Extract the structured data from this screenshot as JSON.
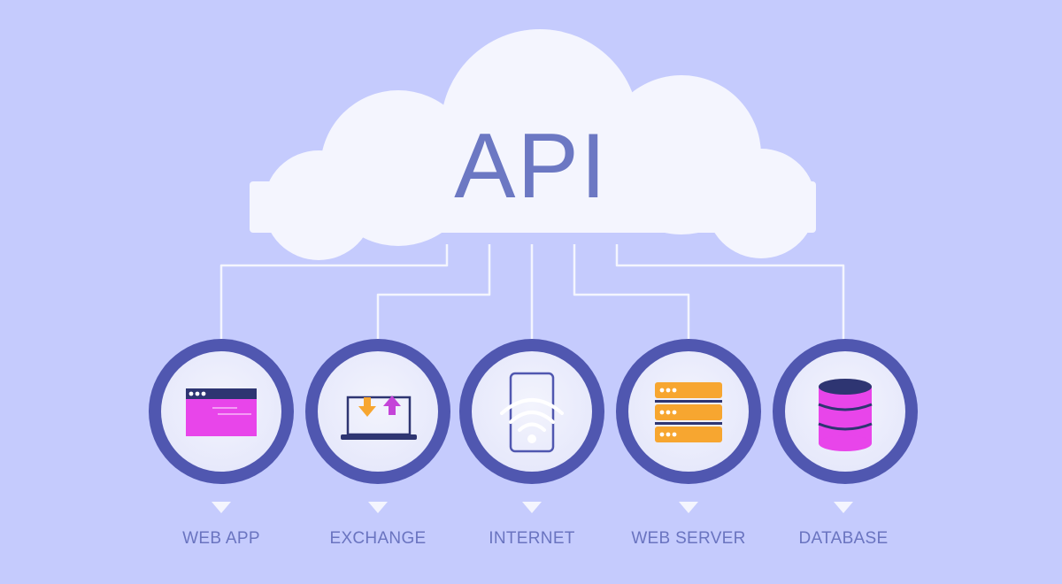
{
  "diagram": {
    "center_label": "API",
    "nodes": [
      {
        "id": "web-app",
        "label": "WEB APP",
        "icon": "browser-window-icon"
      },
      {
        "id": "exchange",
        "label": "EXCHANGE",
        "icon": "laptop-exchange-icon"
      },
      {
        "id": "internet",
        "label": "INTERNET",
        "icon": "wifi-device-icon"
      },
      {
        "id": "web-server",
        "label": "WEB SERVER",
        "icon": "server-stack-icon"
      },
      {
        "id": "database",
        "label": "DATABASE",
        "icon": "database-icon"
      }
    ]
  },
  "colors": {
    "background": "#c5cbfd",
    "cloud": "#f4f5fe",
    "ring": "#5057b0",
    "text": "#6a74c0",
    "magenta": "#e845ea",
    "orange": "#f7a630",
    "navy": "#2e3572"
  }
}
